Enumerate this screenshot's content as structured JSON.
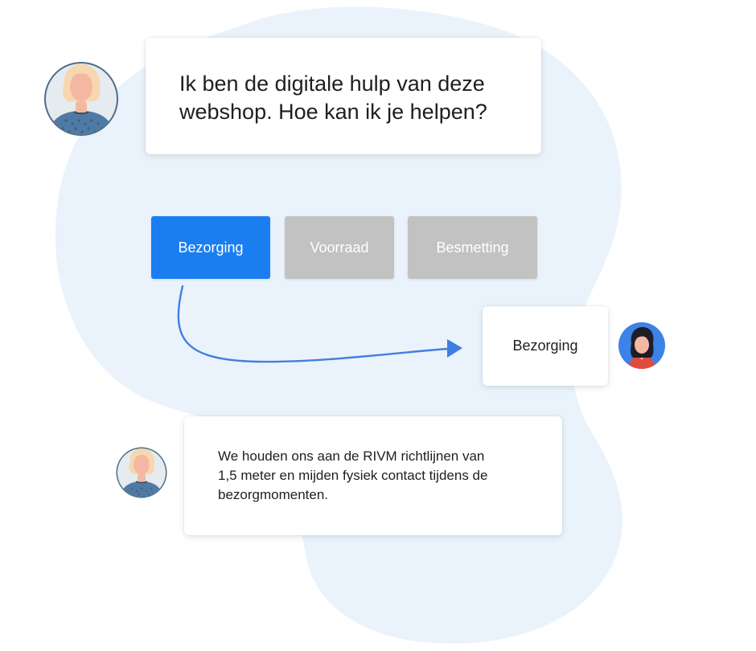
{
  "chat": {
    "bot_message_1": {
      "line1": "Ik ben de digitale hulp van deze",
      "line2": "webshop. Hoe kan ik je helpen?"
    },
    "options": [
      {
        "label": "Bezorging",
        "selected": true
      },
      {
        "label": "Voorraad",
        "selected": false
      },
      {
        "label": "Besmetting",
        "selected": false
      }
    ],
    "user_reply": "Bezorging",
    "bot_message_2": {
      "line1": "We houden ons aan de RIVM richtlijnen van",
      "line2": "1,5 meter en mijden fysiek contact tijdens de",
      "line3": "bezorgmomenten."
    }
  },
  "icons": {
    "bot_avatar": "bot-avatar-icon",
    "user_avatar": "user-avatar-icon",
    "flow_arrow": "curved-arrow-icon"
  },
  "colors": {
    "accent": "#1a7ef0",
    "option_inactive": "#c2c2c2",
    "blob": "#eaf3fc",
    "arrow": "#3f7fe0",
    "user_avatar_bg": "#3d82e6"
  }
}
